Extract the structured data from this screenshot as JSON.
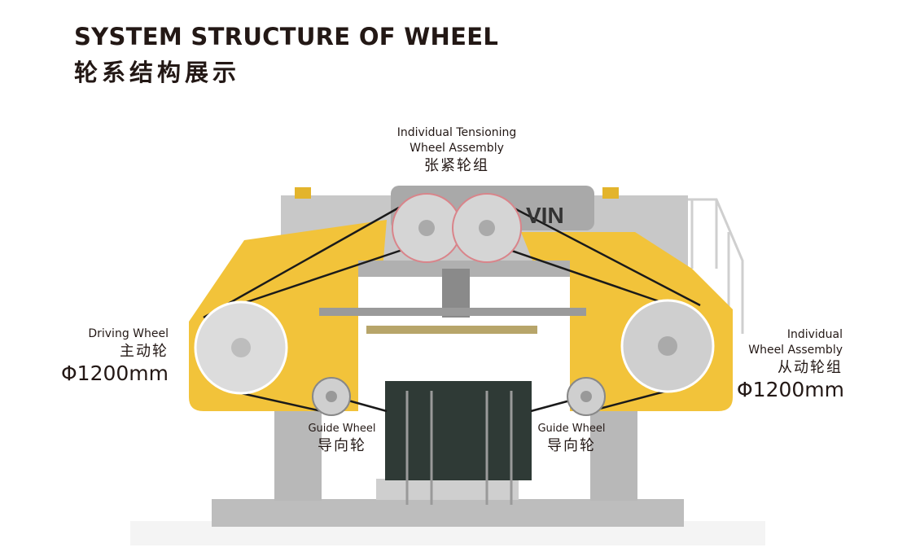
{
  "header": {
    "title_en": "SYSTEM STRUCTURE OF WHEEL",
    "title_cn": "轮系结构展示"
  },
  "machine": {
    "brand_partial": "VIN",
    "colors": {
      "frame_yellow": "#F2C33A",
      "steel_grey": "#BDBDBD",
      "wheel": "#D9D9D9",
      "wire": "#1a1a1a"
    }
  },
  "labels": {
    "tensioning": {
      "line1": "Individual Tensioning",
      "line2": "Wheel Assembly",
      "cn": "张紧轮组"
    },
    "driving": {
      "en": "Driving Wheel",
      "cn": "主动轮",
      "diameter": "Φ1200mm"
    },
    "driven": {
      "line1": "Individual",
      "line2": "Wheel Assembly",
      "cn": "从动轮组",
      "diameter": "Φ1200mm"
    },
    "guide_left": {
      "en": "Guide Wheel",
      "cn": "导向轮"
    },
    "guide_right": {
      "en": "Guide Wheel",
      "cn": "导向轮"
    }
  }
}
